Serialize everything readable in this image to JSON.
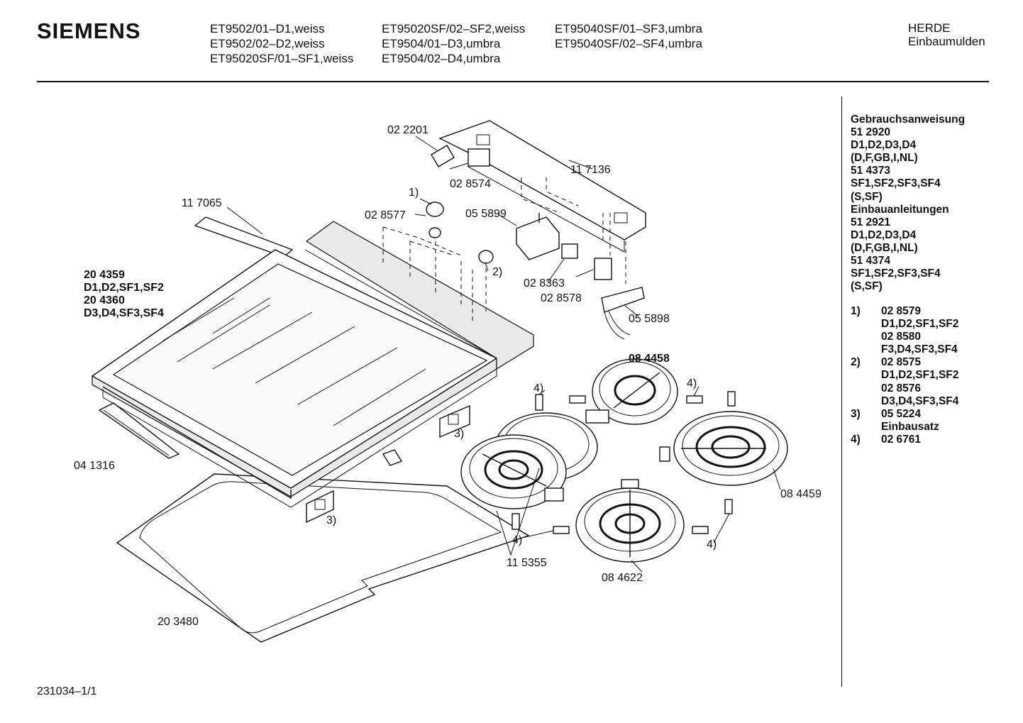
{
  "header": {
    "brand": "SIEMENS",
    "models_col1": [
      "ET9502/01–D1,weiss",
      "ET9502/02–D2,weiss",
      "ET95020SF/01–SF1,weiss"
    ],
    "models_col2": [
      "ET95020SF/02–SF2,weiss",
      "ET9504/01–D3,umbra",
      "ET9504/02–D4,umbra"
    ],
    "models_col3": [
      "ET95040SF/01–SF3,umbra",
      "ET95040SF/02–SF4,umbra"
    ],
    "category": [
      "HERDE",
      "Einbaumulden"
    ]
  },
  "legend": {
    "lines": [
      "Gebrauchsanweisung",
      "51 2920",
      "D1,D2,D3,D4",
      "(D,F,GB,I,NL)",
      "51 4373",
      "SF1,SF2,SF3,SF4",
      "(S,SF)",
      "Einbauanleitungen",
      "51 2921",
      "D1,D2,D3,D4",
      "(D,F,GB,I,NL)",
      "51 4374",
      "SF1,SF2,SF3,SF4",
      "(S,SF)"
    ],
    "footnotes": [
      {
        "num": "1)",
        "lines": [
          "02 8579",
          "D1,D2,SF1,SF2",
          "02 8580",
          "F3,D4,SF3,SF4"
        ]
      },
      {
        "num": "2)",
        "lines": [
          "02 8575",
          "D1,D2,SF1,SF2",
          "02 8576",
          "D3,D4,SF3,SF4"
        ]
      },
      {
        "num": "3)",
        "lines": [
          "05 5224",
          "Einbausatz"
        ]
      },
      {
        "num": "4)",
        "lines": [
          "02 6761"
        ]
      }
    ]
  },
  "parts": {
    "p022201": "02 2201",
    "p028574": "02 8574",
    "p117136": "11 7136",
    "p117065": "11 7065",
    "p028577": "02 8577",
    "p055899": "05 5899",
    "p028363": "02 8363",
    "p028578": "02 8578",
    "p055898": "05 5898",
    "p084458": "08 4458",
    "p084459": "08 4459",
    "p084622": "08 4622",
    "p115355": "11 5355",
    "p041316": "04 1316",
    "p203480": "20 3480",
    "variant_block": [
      "20 4359",
      "D1,D2,SF1,SF2",
      "20 4360",
      "D3,D4,SF3,SF4"
    ]
  },
  "callouts": {
    "c1": "1)",
    "c2": "2)",
    "c3": "3)",
    "c4": "4)"
  },
  "footer": {
    "code": "231034–1/1"
  }
}
